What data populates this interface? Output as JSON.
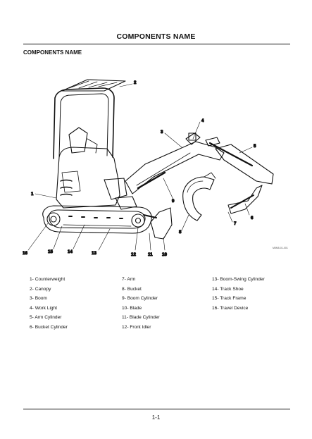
{
  "header": {
    "title": "COMPONENTS NAME"
  },
  "section": {
    "heading": "COMPONENTS NAME"
  },
  "figure": {
    "code": "M5M5-01-001",
    "callouts": [
      "1",
      "2",
      "3",
      "4",
      "5",
      "6",
      "7",
      "8",
      "9",
      "10",
      "11",
      "12",
      "13",
      "14",
      "15",
      "16"
    ]
  },
  "legend": {
    "items": [
      "1-  Counterweight",
      "2-  Canopy",
      "3-  Boom",
      "4-  Work Light",
      "5-  Arm Cylinder",
      "6-  Bucket Cylinder",
      "7-  Arm",
      "8-  Bucket",
      "9-  Boom Cylinder",
      "10-  Blade",
      "11-  Blade Cylinder",
      "12-  Front Idler",
      "13-  Boom-Swing Cylinder",
      "14-  Track Shoe",
      "15-  Track Frame",
      "16-  Travel Device"
    ]
  },
  "footer": {
    "page_number": "1-1"
  }
}
